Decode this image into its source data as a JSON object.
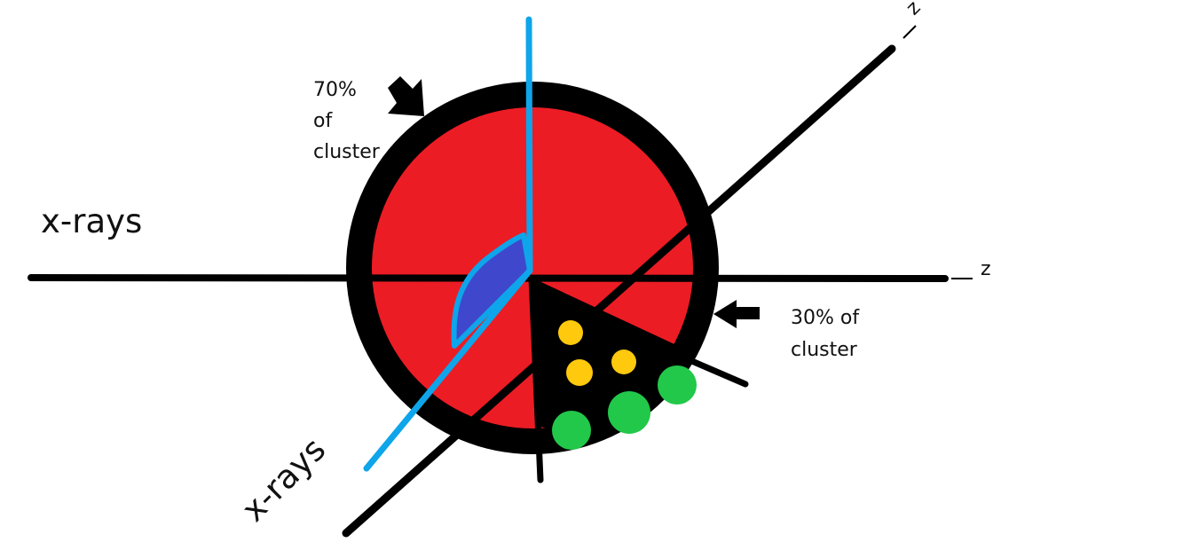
{
  "labels": {
    "xrays_horizontal": "x-rays",
    "xrays_diagonal": "x-rays",
    "z_horizontal": "z",
    "z_diagonal": "z",
    "upper_pct": "70%",
    "upper_of": "of",
    "upper_cluster": "cluster",
    "lower_line1": "30% of",
    "lower_line2": "cluster"
  },
  "colors": {
    "background": "#ffffff",
    "outline": "#000000",
    "fill_red": "#ec1c24",
    "axis_blue": "#0ea5ea",
    "patch_blue": "#3f48cc",
    "dot_yellow": "#ffc90e",
    "dot_green": "#22c84a"
  }
}
